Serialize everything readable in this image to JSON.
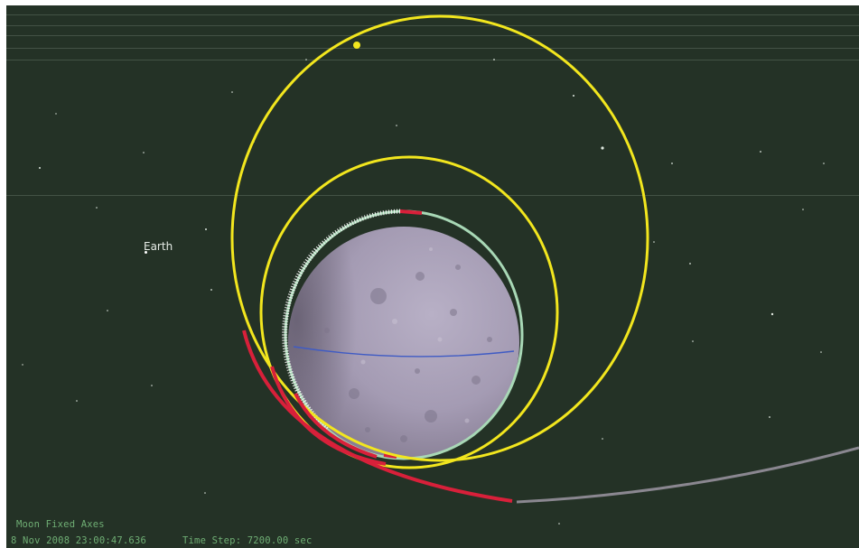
{
  "viewport": {
    "frame_label": "Moon Fixed Axes",
    "epoch": "8 Nov 2008 23:00:47.636",
    "time_step_label": "Time Step: 7200.00 sec"
  },
  "bodies": {
    "earth_label": "Earth"
  },
  "colors": {
    "background": "#243226",
    "hud_text": "#6fae74",
    "orbit_yellow": "#f2e61e",
    "orbit_red": "#d8203a",
    "orbit_grey": "#8a8790",
    "orbit_mint": "#a8d8b6",
    "orbit_white": "#f4f4f4",
    "equator_line": "#3f5bc4",
    "moon_surface": "#a9a0b8",
    "moon_shadow": "#6d6578"
  },
  "icons": {
    "moon": "moon-globe-icon",
    "spacecraft": "spacecraft-marker-icon"
  }
}
